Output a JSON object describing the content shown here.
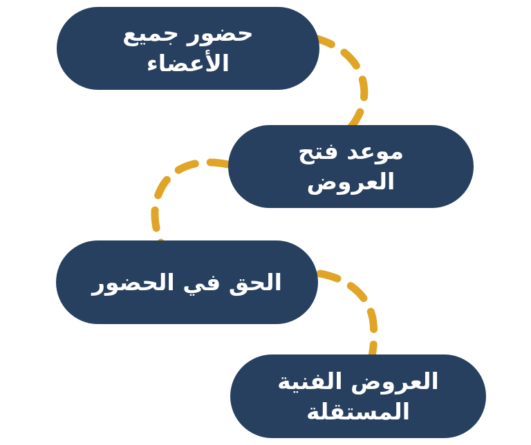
{
  "diagram": {
    "type": "stepped-flow",
    "direction": "rtl",
    "background_color": "#ffffff",
    "pill_color": "#27405f",
    "pill_text_color": "#ffffff",
    "connector_color": "#e0a526",
    "connector_style": "dashed-arc",
    "steps": [
      {
        "id": "step-1",
        "label": "حضور جميع\nالأعضاء",
        "lines": [
          "حضور جميع",
          "الأعضاء"
        ],
        "align": "right"
      },
      {
        "id": "step-2",
        "label": "موعد فتح\nالعروض",
        "lines": [
          "موعد فتح",
          "العروض"
        ],
        "align": "left"
      },
      {
        "id": "step-3",
        "label": "الحق في الحضور",
        "lines": [
          "الحق في الحضور"
        ],
        "align": "right"
      },
      {
        "id": "step-4",
        "label": "العروض الفنية\nالمستقلة",
        "lines": [
          "العروض الفنية",
          "المستقلة"
        ],
        "align": "left"
      }
    ],
    "connectors": [
      {
        "id": "connector-1-2",
        "from": "step-1",
        "to": "step-2"
      },
      {
        "id": "connector-2-3",
        "from": "step-2",
        "to": "step-3"
      },
      {
        "id": "connector-3-4",
        "from": "step-3",
        "to": "step-4"
      }
    ]
  }
}
